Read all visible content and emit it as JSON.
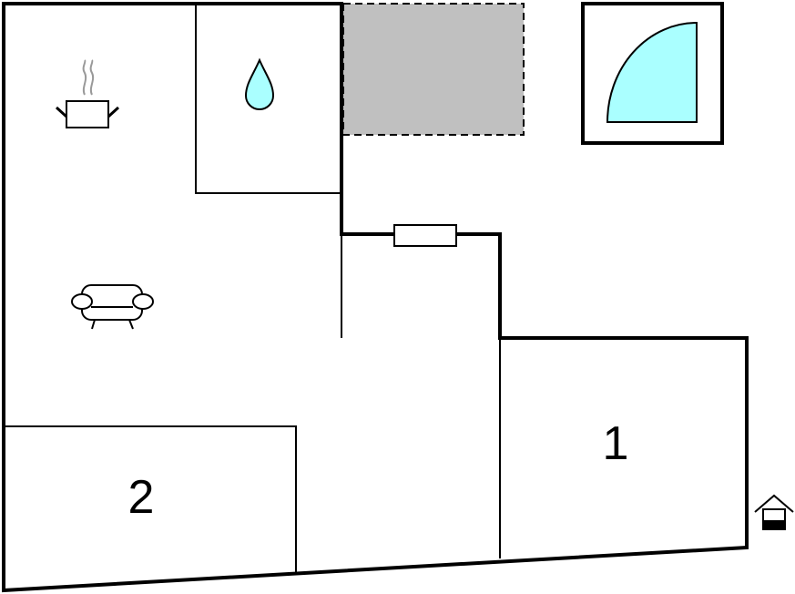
{
  "floorplan": {
    "rooms": [
      {
        "id": "room-1",
        "label": "1"
      },
      {
        "id": "room-2",
        "label": "2"
      }
    ],
    "icons": [
      "kitchen-pot-icon",
      "bathroom-water-drop-icon",
      "living-room-sofa-icon",
      "shower-icon",
      "entrance-house-icon",
      "window-icon"
    ],
    "colors": {
      "walls": "#000000",
      "water": "#aaffff",
      "terrace": "#c0c0c0",
      "background": "#ffffff"
    }
  }
}
